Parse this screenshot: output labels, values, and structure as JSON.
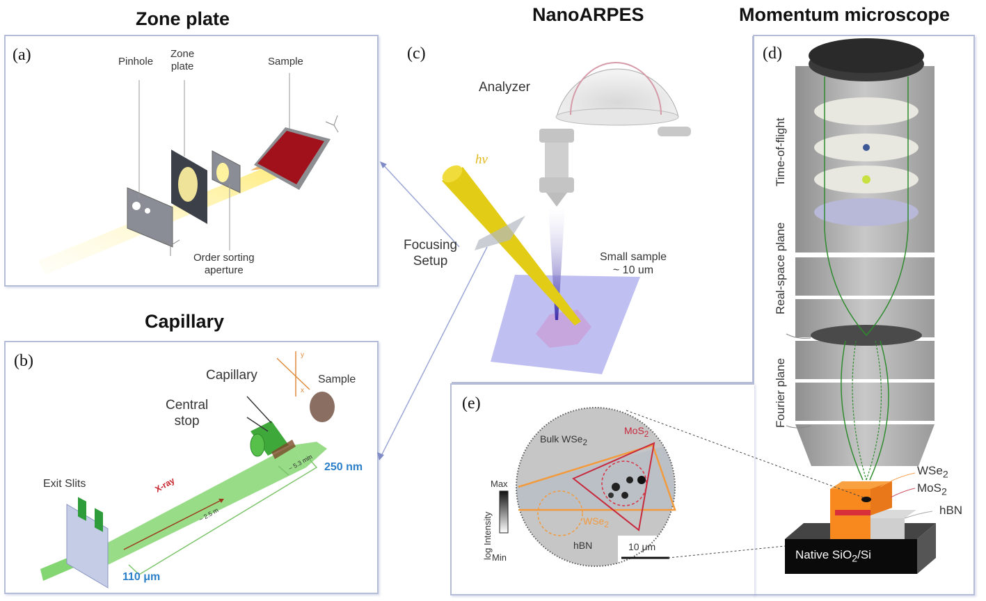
{
  "figure": {
    "panel_titles": {
      "zone_plate": "Zone plate",
      "capillary": "Capillary",
      "nanoarpes": "NanoARPES",
      "momentum_microscope": "Momentum microscope"
    },
    "panel_a": {
      "label": "(a)",
      "pinhole": "Pinhole",
      "zone_plate_line1": "Zone",
      "zone_plate_line2": "plate",
      "sample": "Sample",
      "osa_line1": "Order sorting",
      "osa_line2": "aperture",
      "colors": {
        "beam": "#fff3a0",
        "sample": "#a0111c",
        "plates": "#6b6e78"
      }
    },
    "panel_b": {
      "label": "(b)",
      "capillary": "Capillary",
      "central_stop_line1": "Central",
      "central_stop_line2": "stop",
      "sample": "Sample",
      "exit_slits": "Exit Slits",
      "xray": "X-ray",
      "dist_short": "~ 5.3 mm",
      "dist_long": "~ 2.5 m",
      "size_sample": "250 nm",
      "size_slit": "110 μm",
      "axis_y": "y",
      "axis_x": "x",
      "colors": {
        "beam": "#5cc24a",
        "label_blue": "#2b7fc9",
        "xray": "#c8202a",
        "axes": "#e08a3c"
      }
    },
    "panel_c": {
      "label": "(c)",
      "analyzer": "Analyzer",
      "hv": "hv",
      "focusing_line1": "Focusing",
      "focusing_line2": "Setup",
      "small_sample_line1": "Small sample",
      "small_sample_line2": "~ 10 um",
      "colors": {
        "beam": "#e8d21a",
        "substrate": "#b8b8f0",
        "cone": "#4a3cb0"
      }
    },
    "panel_d": {
      "label": "(d)",
      "time_of_flight": "Time-of-flight",
      "real_space_plane": "Real-space plane",
      "fourier_plane": "Fourier plane",
      "wse2": "WSe",
      "mos2": "MoS",
      "sub2": "2",
      "hbn": "hBN",
      "substrate_pre": "Native SiO",
      "substrate_post": "/Si",
      "colors": {
        "wse2": "#f7891f",
        "mos2": "#d8303a",
        "hbn": "#cfcfcf",
        "substrate": "#111111",
        "trajectory": "#2e8b2e"
      }
    },
    "panel_e": {
      "label": "(e)",
      "bulk_wse2": "Bulk WSe",
      "mos2": "MoS",
      "wse2": "WSe",
      "sub2": "2",
      "hbn": "hBN",
      "scale_bar": "10 μm",
      "colorbar_max": "Max",
      "colorbar_min": "Min",
      "colorbar_label": "log Intensity",
      "colors": {
        "wse2_outline": "#f39a3c",
        "mos2_outline": "#c8283c"
      }
    }
  }
}
